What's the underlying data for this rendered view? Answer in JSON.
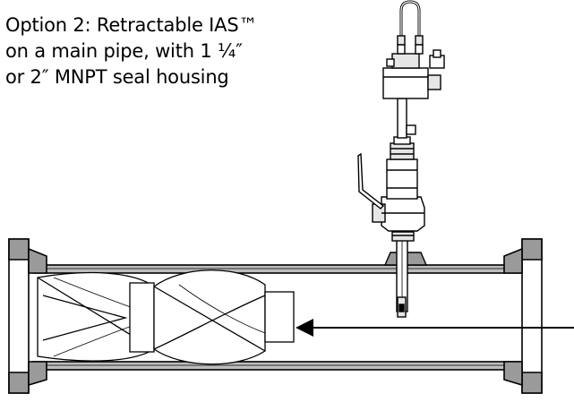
{
  "caption": {
    "line1": "Option 2: Retractable IAS™",
    "line2": "on a main pipe, with 1 ¼″",
    "line3": "or 2″ MNPT seal housing"
  },
  "colors": {
    "ink": "#000000",
    "flange_fill": "#9a9a9a",
    "pipe_band": "#bdbdbd",
    "hardware_fill": "#e6e6e6"
  }
}
